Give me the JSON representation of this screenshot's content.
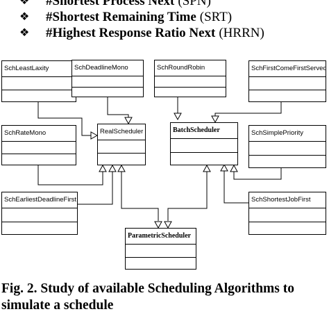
{
  "bullets": [
    {
      "glyph": "❖",
      "bold": "#Shortest Process Next",
      "normal": "(SPN)"
    },
    {
      "glyph": "❖",
      "bold": "#Shortest Remaining Time",
      "normal": "(SRT)"
    },
    {
      "glyph": "❖",
      "bold": "#Highest Response Ratio Next",
      "normal": "(HRRN)"
    }
  ],
  "classes": {
    "least_laxity": "SchLeastLaxity",
    "deadline_mono": "SchDeadlineMono",
    "round_robin": "SchRoundRobin",
    "fcfs": "SchFirstComeFirstServed",
    "rate_mono": "SchRateMono",
    "real_scheduler": "RealScheduler",
    "batch_scheduler": "BatchScheduler",
    "simple_priority": "SchSimplePriority",
    "earliest_deadline_first": "SchEarliestDeadlineFirst",
    "shortest_job_first": "SchShortestJobFirst",
    "parametric_scheduler": "ParametricScheduler"
  },
  "caption": {
    "line1": "Fig. 2.  Study of available Scheduling Algorithms to",
    "line2": "simulate a schedule"
  }
}
